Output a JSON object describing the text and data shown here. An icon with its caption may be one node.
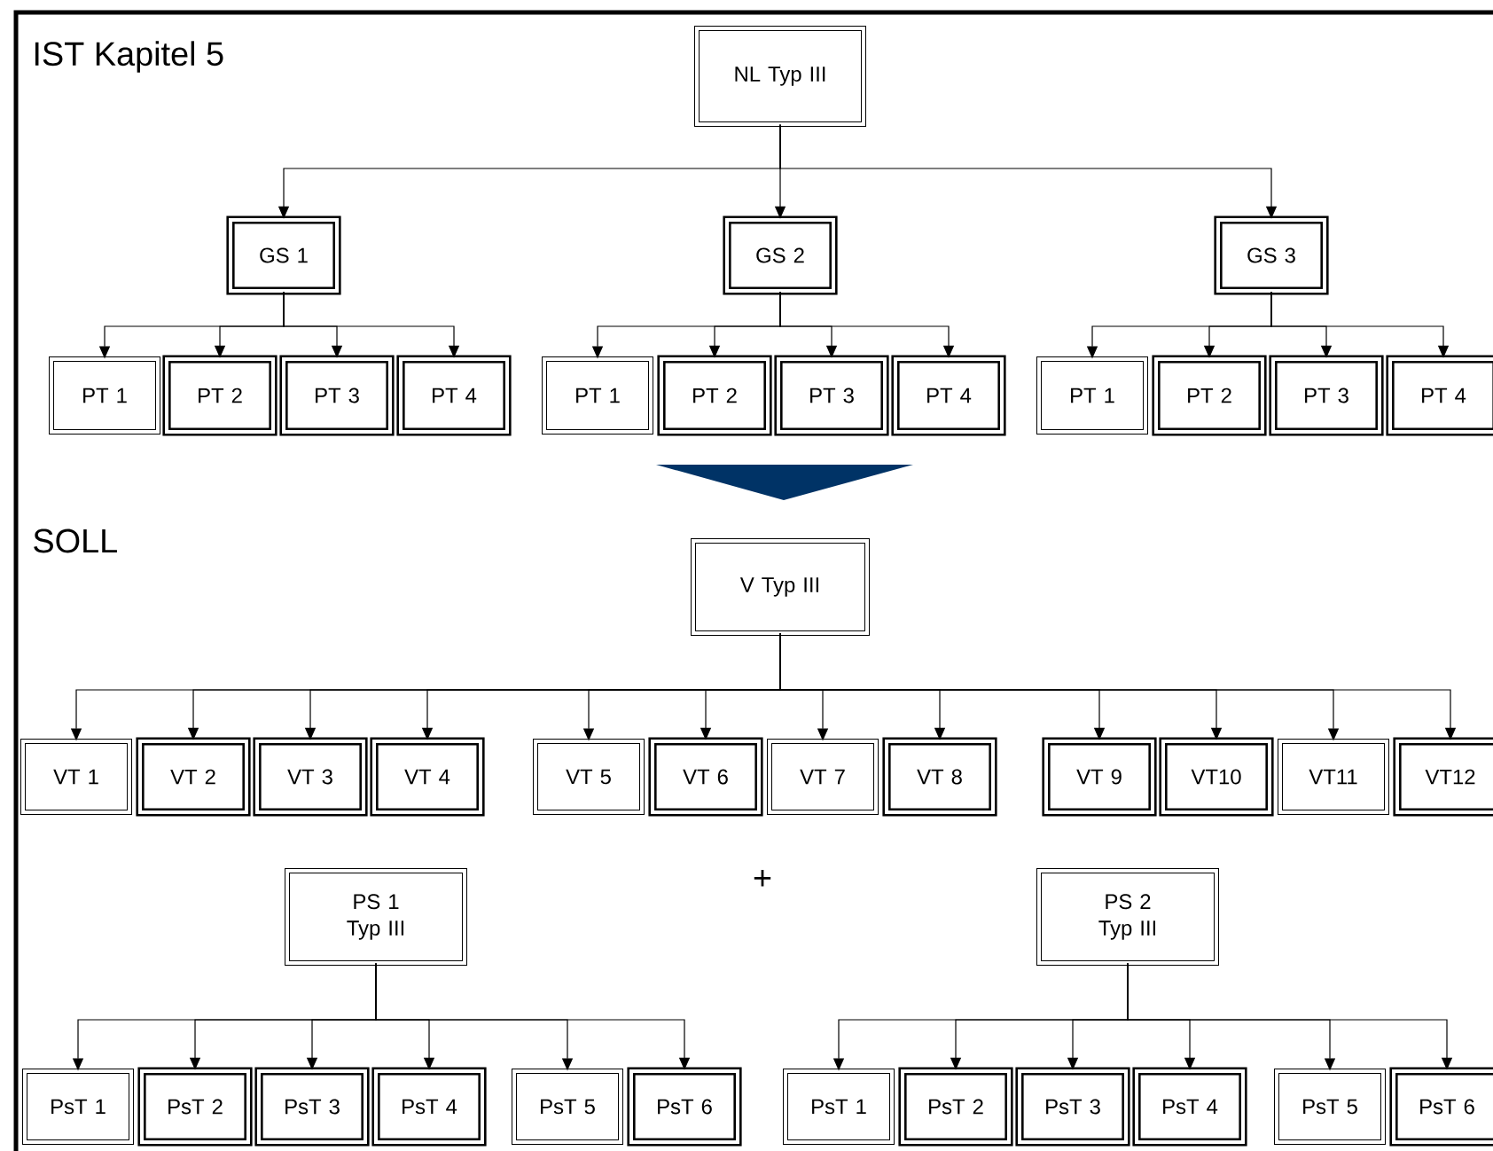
{
  "diagram": {
    "nodes": [
      {
        "text": [
          "NL Typ III"
        ]
      },
      {
        "text": [
          "GS 1"
        ]
      },
      {
        "text": [
          "GS 2"
        ]
      },
      {
        "text": [
          "GS 3"
        ]
      },
      {
        "text": [
          "PT 1"
        ]
      },
      {
        "text": [
          "PT 2"
        ]
      },
      {
        "text": [
          "PT 3"
        ]
      },
      {
        "text": [
          "PT 4"
        ]
      },
      {
        "text": [
          "PT 1"
        ]
      },
      {
        "text": [
          "PT 2"
        ]
      },
      {
        "text": [
          "PT 3"
        ]
      },
      {
        "text": [
          "PT 4"
        ]
      },
      {
        "text": [
          "PT 1"
        ]
      },
      {
        "text": [
          "PT 2"
        ]
      },
      {
        "text": [
          "PT 3"
        ]
      },
      {
        "text": [
          "PT 4"
        ]
      },
      {
        "text": [
          "V Typ III"
        ]
      },
      {
        "text": [
          "VT 1"
        ]
      },
      {
        "text": [
          "VT 2"
        ]
      },
      {
        "text": [
          "VT 3"
        ]
      },
      {
        "text": [
          "VT 4"
        ]
      },
      {
        "text": [
          "VT 5"
        ]
      },
      {
        "text": [
          "VT 6"
        ]
      },
      {
        "text": [
          "VT 7"
        ]
      },
      {
        "text": [
          "VT 8"
        ]
      },
      {
        "text": [
          "VT 9"
        ]
      },
      {
        "text": [
          "VT10"
        ]
      },
      {
        "text": [
          "VT11"
        ]
      },
      {
        "text": [
          "VT12"
        ]
      },
      {
        "text": [
          "PS 1 Typ III"
        ]
      },
      {
        "text": [
          "PS 2 Typ III"
        ]
      },
      {
        "text": [
          "PsT 1"
        ]
      },
      {
        "text": [
          "PsT 2"
        ]
      },
      {
        "text": [
          "PsT 3"
        ]
      },
      {
        "text": [
          "PsT 4"
        ]
      },
      {
        "text": [
          "PsT 5"
        ]
      },
      {
        "text": [
          "PsT 6"
        ]
      },
      {
        "text": [
          "PsT 1"
        ]
      },
      {
        "text": [
          "PsT 2"
        ]
      },
      {
        "text": [
          "PsT 3"
        ]
      },
      {
        "text": [
          "PsT 4"
        ]
      },
      {
        "text": [
          "PsT 5"
        ]
      },
      {
        "text": [
          "PsT 6"
        ]
      }
    ],
    "edges": [
      {
        "from": 0,
        "to": 1,
        "arrow": "to"
      },
      {
        "from": 0,
        "to": 2,
        "arrow": "to"
      },
      {
        "from": 0,
        "to": 3,
        "arrow": "to"
      },
      {
        "from": 1,
        "to": 4,
        "arrow": "to"
      },
      {
        "from": 1,
        "to": 5,
        "arrow": "to"
      },
      {
        "from": 1,
        "to": 6,
        "arrow": "to"
      },
      {
        "from": 1,
        "to": 7,
        "arrow": "to"
      },
      {
        "from": 2,
        "to": 8,
        "arrow": "to"
      },
      {
        "from": 2,
        "to": 9,
        "arrow": "to"
      },
      {
        "from": 2,
        "to": 10,
        "arrow": "to"
      },
      {
        "from": 2,
        "to": 11,
        "arrow": "to"
      },
      {
        "from": 3,
        "to": 12,
        "arrow": "to"
      },
      {
        "from": 3,
        "to": 13,
        "arrow": "to"
      },
      {
        "from": 3,
        "to": 14,
        "arrow": "to"
      },
      {
        "from": 3,
        "to": 15,
        "arrow": "to"
      },
      {
        "from": 16,
        "to": 17,
        "arrow": "to"
      },
      {
        "from": 16,
        "to": 18,
        "arrow": "to"
      },
      {
        "from": 16,
        "to": 19,
        "arrow": "to"
      },
      {
        "from": 16,
        "to": 20,
        "arrow": "to"
      },
      {
        "from": 16,
        "to": 21,
        "arrow": "to"
      },
      {
        "from": 16,
        "to": 22,
        "arrow": "to"
      },
      {
        "from": 16,
        "to": 23,
        "arrow": "to"
      },
      {
        "from": 16,
        "to": 24,
        "arrow": "to"
      },
      {
        "from": 16,
        "to": 25,
        "arrow": "to"
      },
      {
        "from": 16,
        "to": 26,
        "arrow": "to"
      },
      {
        "from": 16,
        "to": 27,
        "arrow": "to"
      },
      {
        "from": 16,
        "to": 28,
        "arrow": "to"
      },
      {
        "from": 29,
        "to": 31,
        "arrow": "to"
      },
      {
        "from": 29,
        "to": 32,
        "arrow": "to"
      },
      {
        "from": 29,
        "to": 33,
        "arrow": "to"
      },
      {
        "from": 29,
        "to": 34,
        "arrow": "to"
      },
      {
        "from": 29,
        "to": 35,
        "arrow": "to"
      },
      {
        "from": 29,
        "to": 36,
        "arrow": "to"
      },
      {
        "from": 30,
        "to": 37,
        "arrow": "to"
      },
      {
        "from": 30,
        "to": 38,
        "arrow": "to"
      },
      {
        "from": 30,
        "to": 39,
        "arrow": "to"
      },
      {
        "from": 30,
        "to": 40,
        "arrow": "to"
      },
      {
        "from": 30,
        "to": 41,
        "arrow": "to"
      },
      {
        "from": 30,
        "to": 42,
        "arrow": "to"
      }
    ],
    "labels": [
      "IST Kapitel 5",
      "SOLL",
      "+"
    ]
  }
}
